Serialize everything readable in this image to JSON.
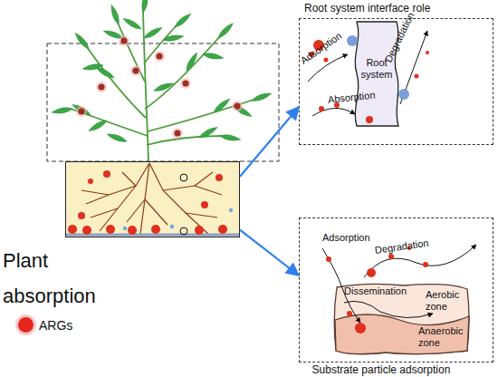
{
  "diagram": {
    "nodes": [
      {
        "text": [
          "Plant absorption"
        ]
      },
      {
        "text": [
          "Root system interface role"
        ]
      },
      {
        "text": [
          "Root system"
        ],
        "in": 1
      },
      {
        "text": [
          "Substrate particle adsorption"
        ]
      },
      {
        "text": [
          "Dissemination",
          "Aerobic zone",
          "Anaerobic zone"
        ],
        "in": 3
      }
    ],
    "edges": [
      {
        "from": 0,
        "to": 1,
        "arrow": "to"
      },
      {
        "from": 0,
        "to": 3,
        "arrow": "to"
      }
    ],
    "labels": [
      "Adsorption",
      "Absorption",
      "Degradation",
      "Adsorption",
      "Degradation"
    ],
    "legend": [
      {
        "text": "ARGs",
        "color": "#e8261e"
      }
    ]
  }
}
